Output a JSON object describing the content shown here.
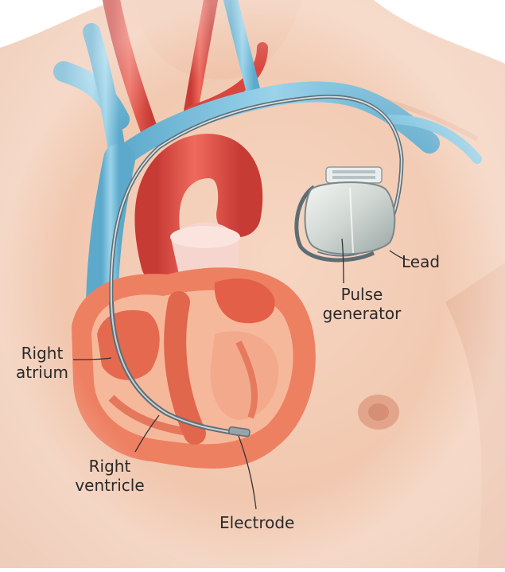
{
  "labels": {
    "lead": "Lead",
    "pulse_generator": [
      "Pulse",
      "generator"
    ],
    "right_atrium": [
      "Right",
      "atrium"
    ],
    "right_ventricle": [
      "Right",
      "ventricle"
    ],
    "electrode": "Electrode"
  },
  "colors": {
    "skin": "#f3cdb6",
    "skin_shadow": "#e7b49a",
    "artery": "#e2504a",
    "artery_dark": "#c03a36",
    "vein": "#7fc3e0",
    "vein_dark": "#5ca9cb",
    "heart_wall": "#f08a6c",
    "heart_inner": "#f5b79a",
    "muscle": "#e0664c",
    "device": "#d9dedd",
    "device_edge": "#8f9a9b",
    "lead_wire": "#6f7f88",
    "label_text": "#2a2a2a"
  }
}
